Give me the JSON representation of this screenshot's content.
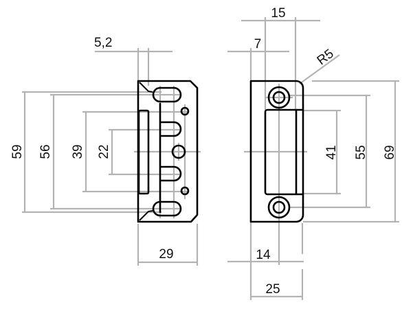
{
  "title": "Hinge plate and strike plate technical drawing",
  "colors": {
    "outline": "#000000",
    "dimension": "#b3b3b3",
    "background": "#ffffff"
  },
  "dimensions": {
    "hinge_gap_width": "5,2",
    "hinge_height_outer": "59",
    "hinge_height_slots": "56",
    "hinge_height_holes": "39",
    "hinge_height_inner_slots": "22",
    "hinge_width": "29",
    "strike_offset": "7",
    "strike_inner_width": "15",
    "corner_radius": "R5",
    "strike_cutout_height": "41",
    "strike_hole_spacing": "55",
    "strike_height": "69",
    "strike_hole_offset": "14",
    "strike_width": "25"
  }
}
